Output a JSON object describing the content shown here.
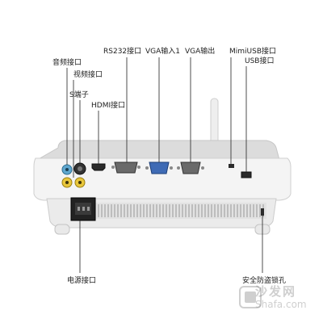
{
  "labels": {
    "audio": "音频接口",
    "video": "视频接口",
    "s_terminal": "S端子",
    "hdmi": "HDMI接口",
    "rs232": "RS232接口",
    "vga_in": "VGA输入1",
    "vga_out": "VGA输出",
    "mini_usb": "MimiUSB接口",
    "usb": "USB接口",
    "power": "电源接口",
    "lock": "安全防盗锁孔"
  },
  "watermark": {
    "cn": "沙发网",
    "en": "Shafa.com"
  }
}
